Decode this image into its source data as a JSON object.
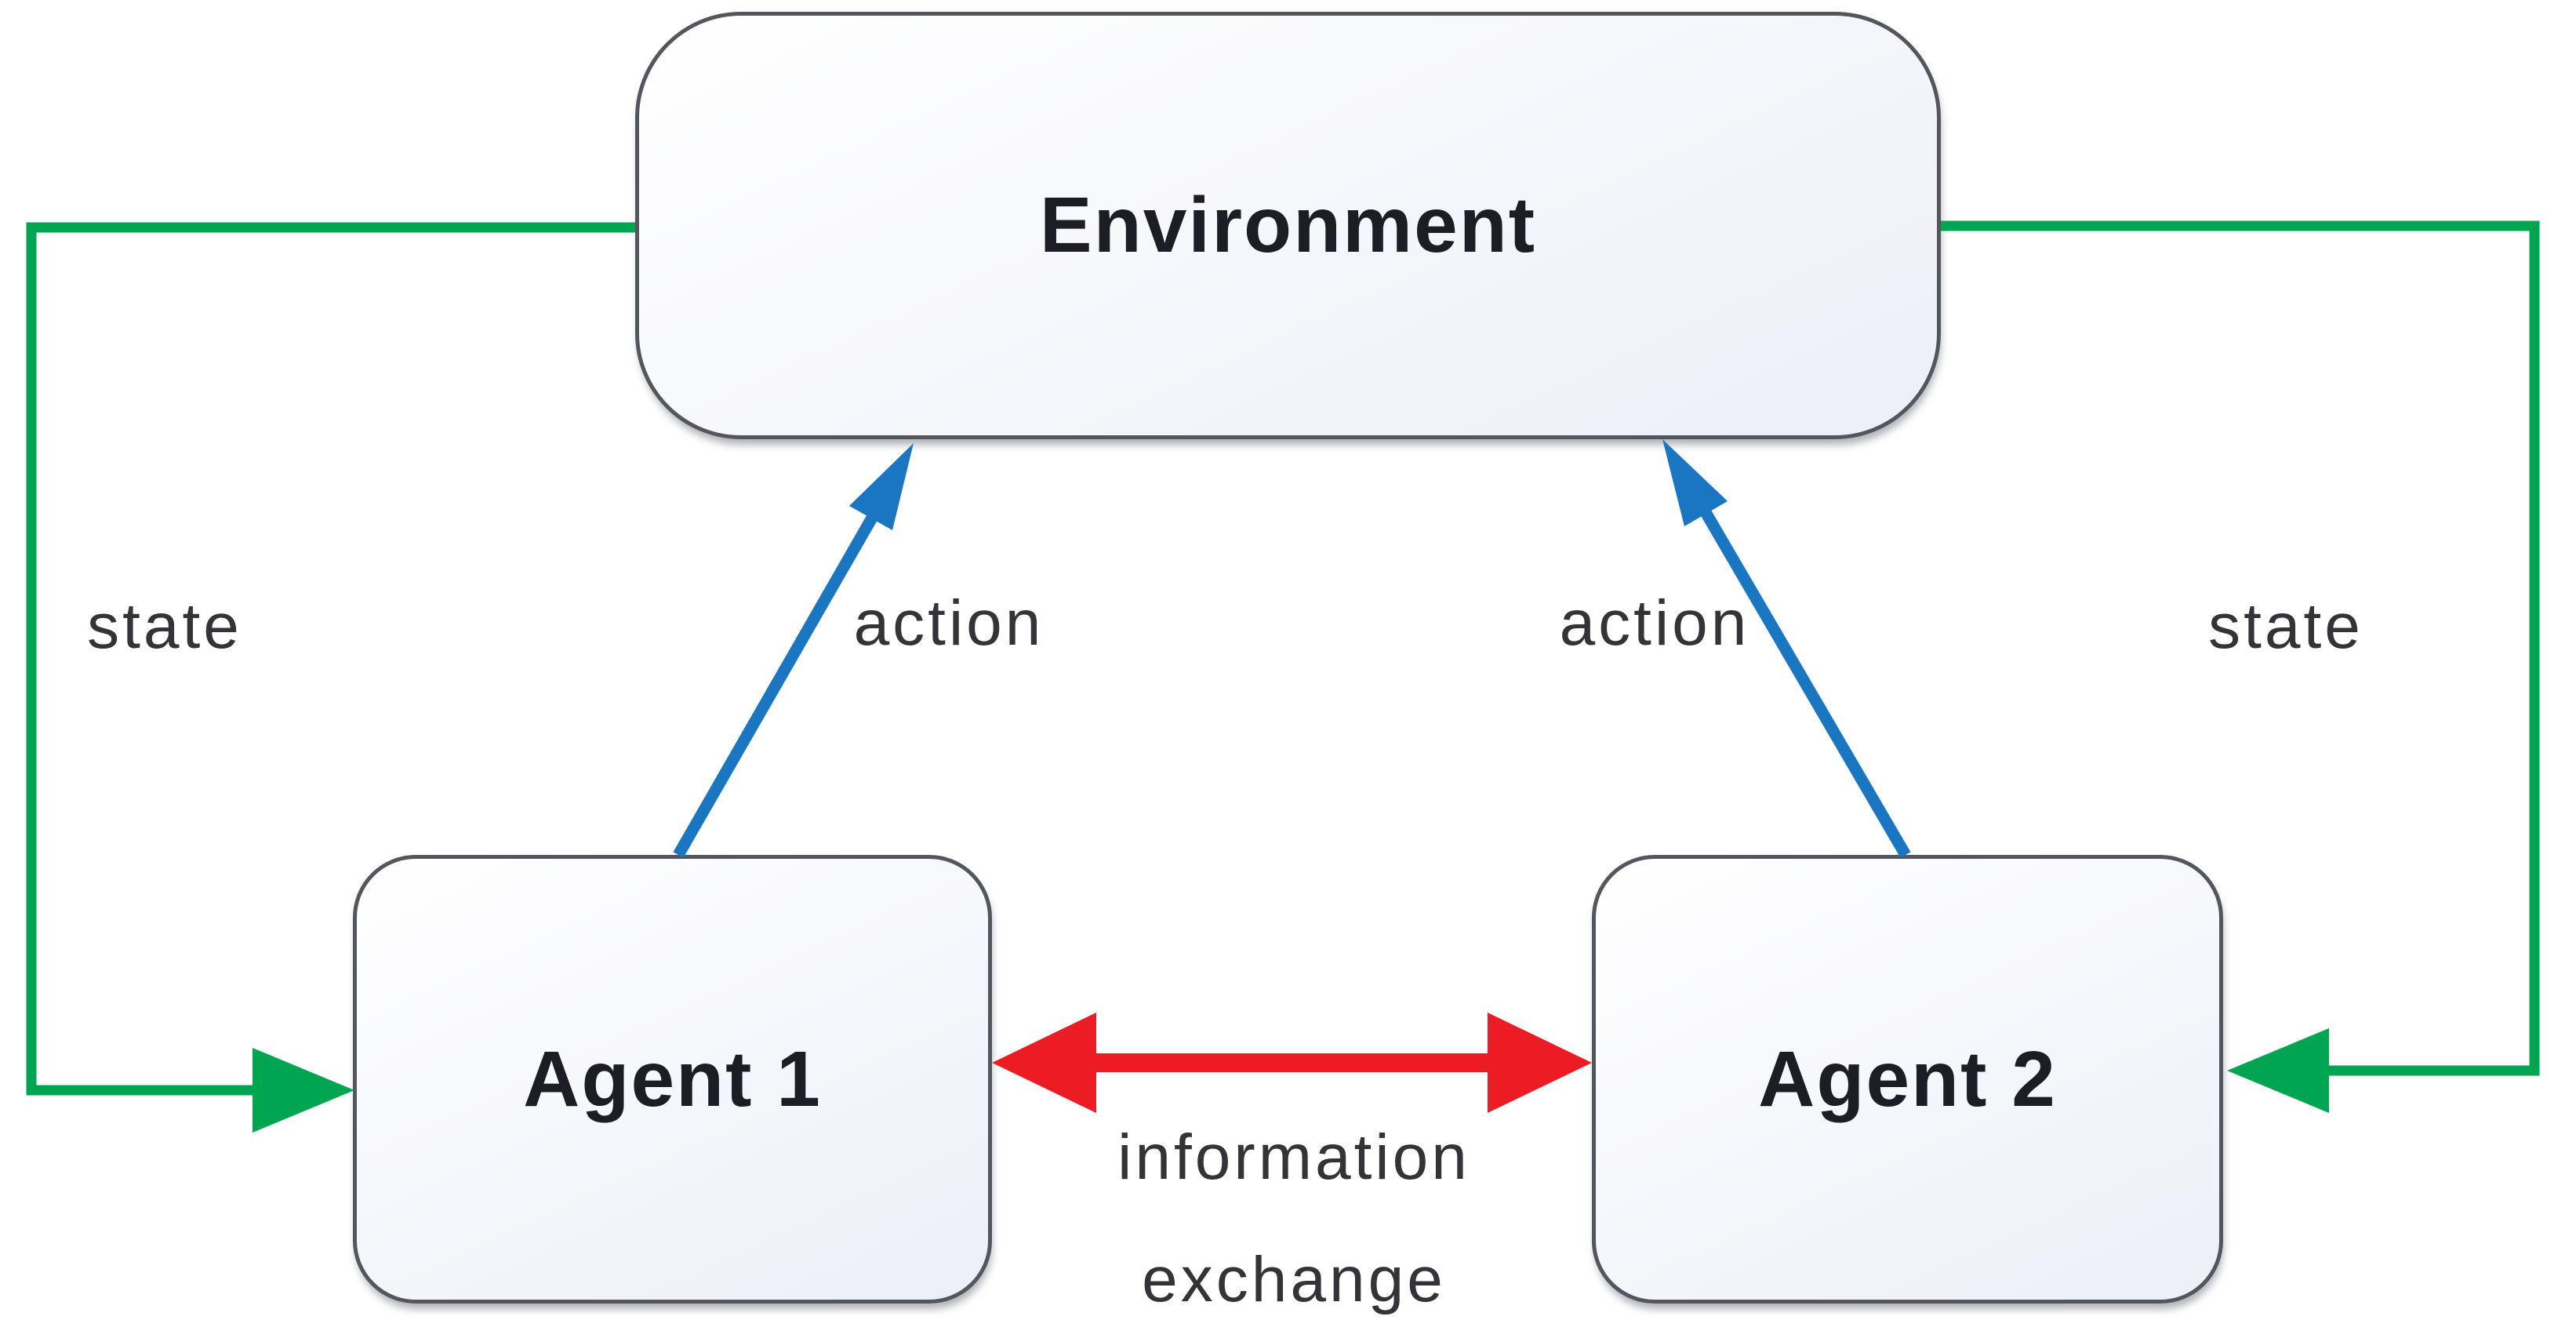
{
  "diagram": {
    "type": "multi-agent-reinforcement-learning-loop",
    "nodes": {
      "environment": {
        "label": "Environment"
      },
      "agent1": {
        "label": "Agent 1"
      },
      "agent2": {
        "label": "Agent 2"
      }
    },
    "edge_labels": {
      "state_left": "state",
      "action_left": "action",
      "action_right": "action",
      "state_right": "state",
      "information_exchange": "information exchange"
    },
    "edges": [
      {
        "from": "environment",
        "to": "agent1",
        "label": "state",
        "color_key": "state"
      },
      {
        "from": "agent1",
        "to": "environment",
        "label": "action",
        "color_key": "action"
      },
      {
        "from": "environment",
        "to": "agent2",
        "label": "state",
        "color_key": "state"
      },
      {
        "from": "agent2",
        "to": "environment",
        "label": "action",
        "color_key": "action"
      },
      {
        "from": "agent1",
        "to": "agent2",
        "bidirectional": true,
        "label": "information exchange",
        "color_key": "information_exchange"
      }
    ],
    "colors": {
      "state": "#00a551",
      "action": "#1b76c1",
      "information_exchange": "#ec1c24",
      "node_border": "#53565c",
      "node_fill_top": "#ffffff",
      "node_fill_bottom": "#eceff6",
      "node_label_text": "#1d1d26",
      "edge_label_text": "#333338",
      "background": "#ffffff"
    }
  }
}
